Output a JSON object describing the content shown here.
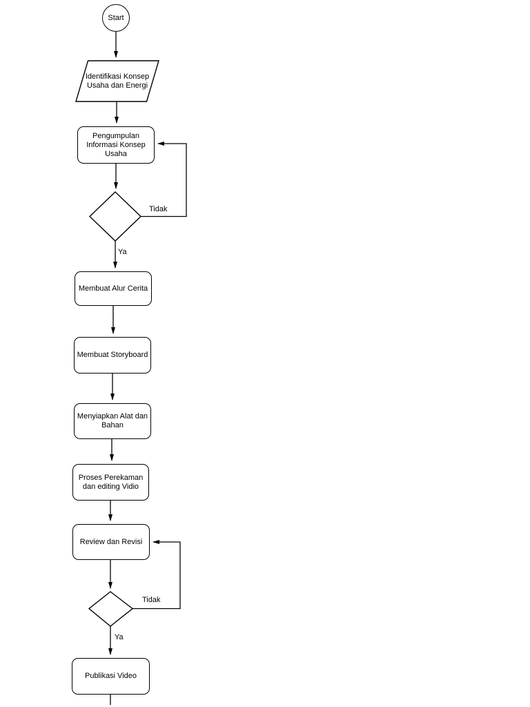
{
  "flowchart": {
    "colors": {
      "stroke": "#000000",
      "fill": "#ffffff",
      "text": "#000000"
    },
    "nodes": {
      "start": {
        "type": "terminator",
        "label": "Start"
      },
      "identify": {
        "type": "input-output",
        "label": "Identifikasi Konsep\nUsaha dan Energi"
      },
      "gather": {
        "type": "process",
        "label": "Pengumpulan\nInformasi Konsep\nUsaha"
      },
      "decision1": {
        "type": "decision",
        "label": ""
      },
      "story": {
        "type": "process",
        "label": "Membuat Alur Cerita"
      },
      "storyboard": {
        "type": "process",
        "label": "Membuat Storyboard"
      },
      "tools": {
        "type": "process",
        "label": "Menyiapkan Alat dan\nBahan"
      },
      "record": {
        "type": "process",
        "label": "Proses Perekaman\ndan editing Vidio"
      },
      "review": {
        "type": "process",
        "label": "Review dan Revisi"
      },
      "decision2": {
        "type": "decision",
        "label": ""
      },
      "publish": {
        "type": "process",
        "label": "Publikasi Video"
      }
    },
    "edge_labels": {
      "decision1_no": "Tidak",
      "decision1_yes": "Ya",
      "decision2_no": "Tidak",
      "decision2_yes": "Ya"
    }
  }
}
